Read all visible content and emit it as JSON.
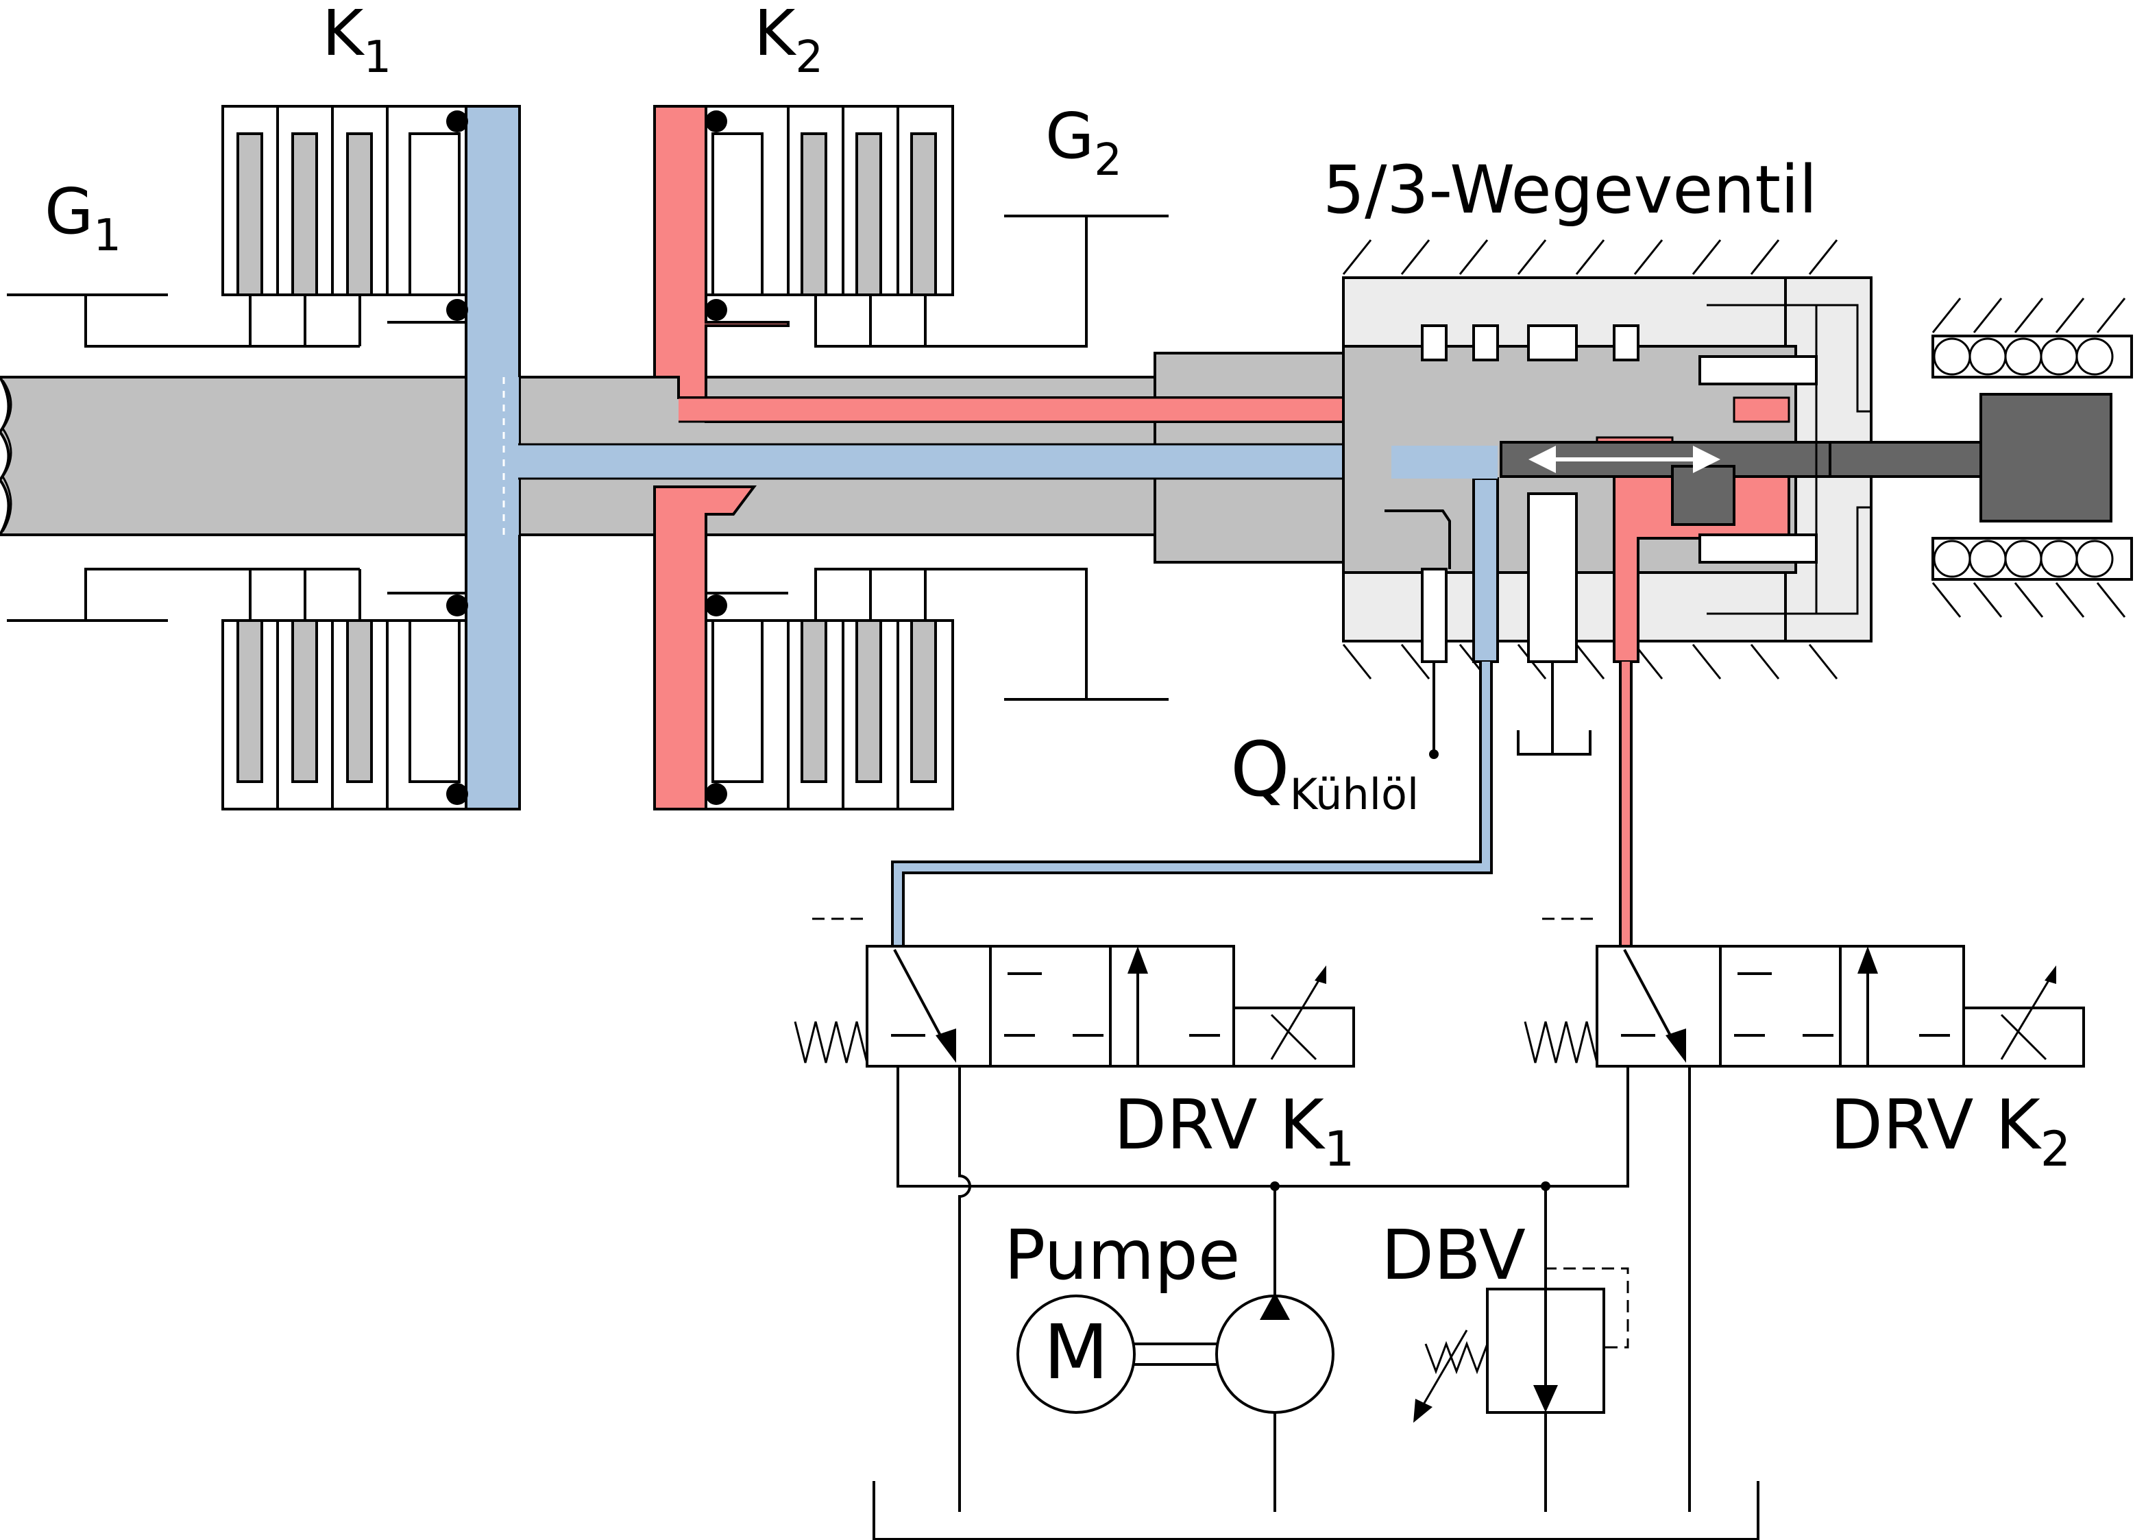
{
  "labels": {
    "g1": {
      "main": "G",
      "sub": "1"
    },
    "g2": {
      "main": "G",
      "sub": "2"
    },
    "k1": {
      "main": "K",
      "sub": "1"
    },
    "k2": {
      "main": "K",
      "sub": "2"
    },
    "valve": "5/3-Wegeventil",
    "coolant": {
      "main": "Q",
      "sub": "Kühlöl"
    },
    "drv_k1": {
      "main": "DRV K",
      "sub": "1"
    },
    "drv_k2": {
      "main": "DRV K",
      "sub": "2"
    },
    "pump": "Pumpe",
    "motor": "M",
    "dbv": "DBV"
  },
  "colors": {
    "oil_k1": "#a9c4e0",
    "oil_k2": "#f98585",
    "shaft": "#c0c0c0",
    "housing": "#ececec",
    "actuator": "#666666"
  }
}
